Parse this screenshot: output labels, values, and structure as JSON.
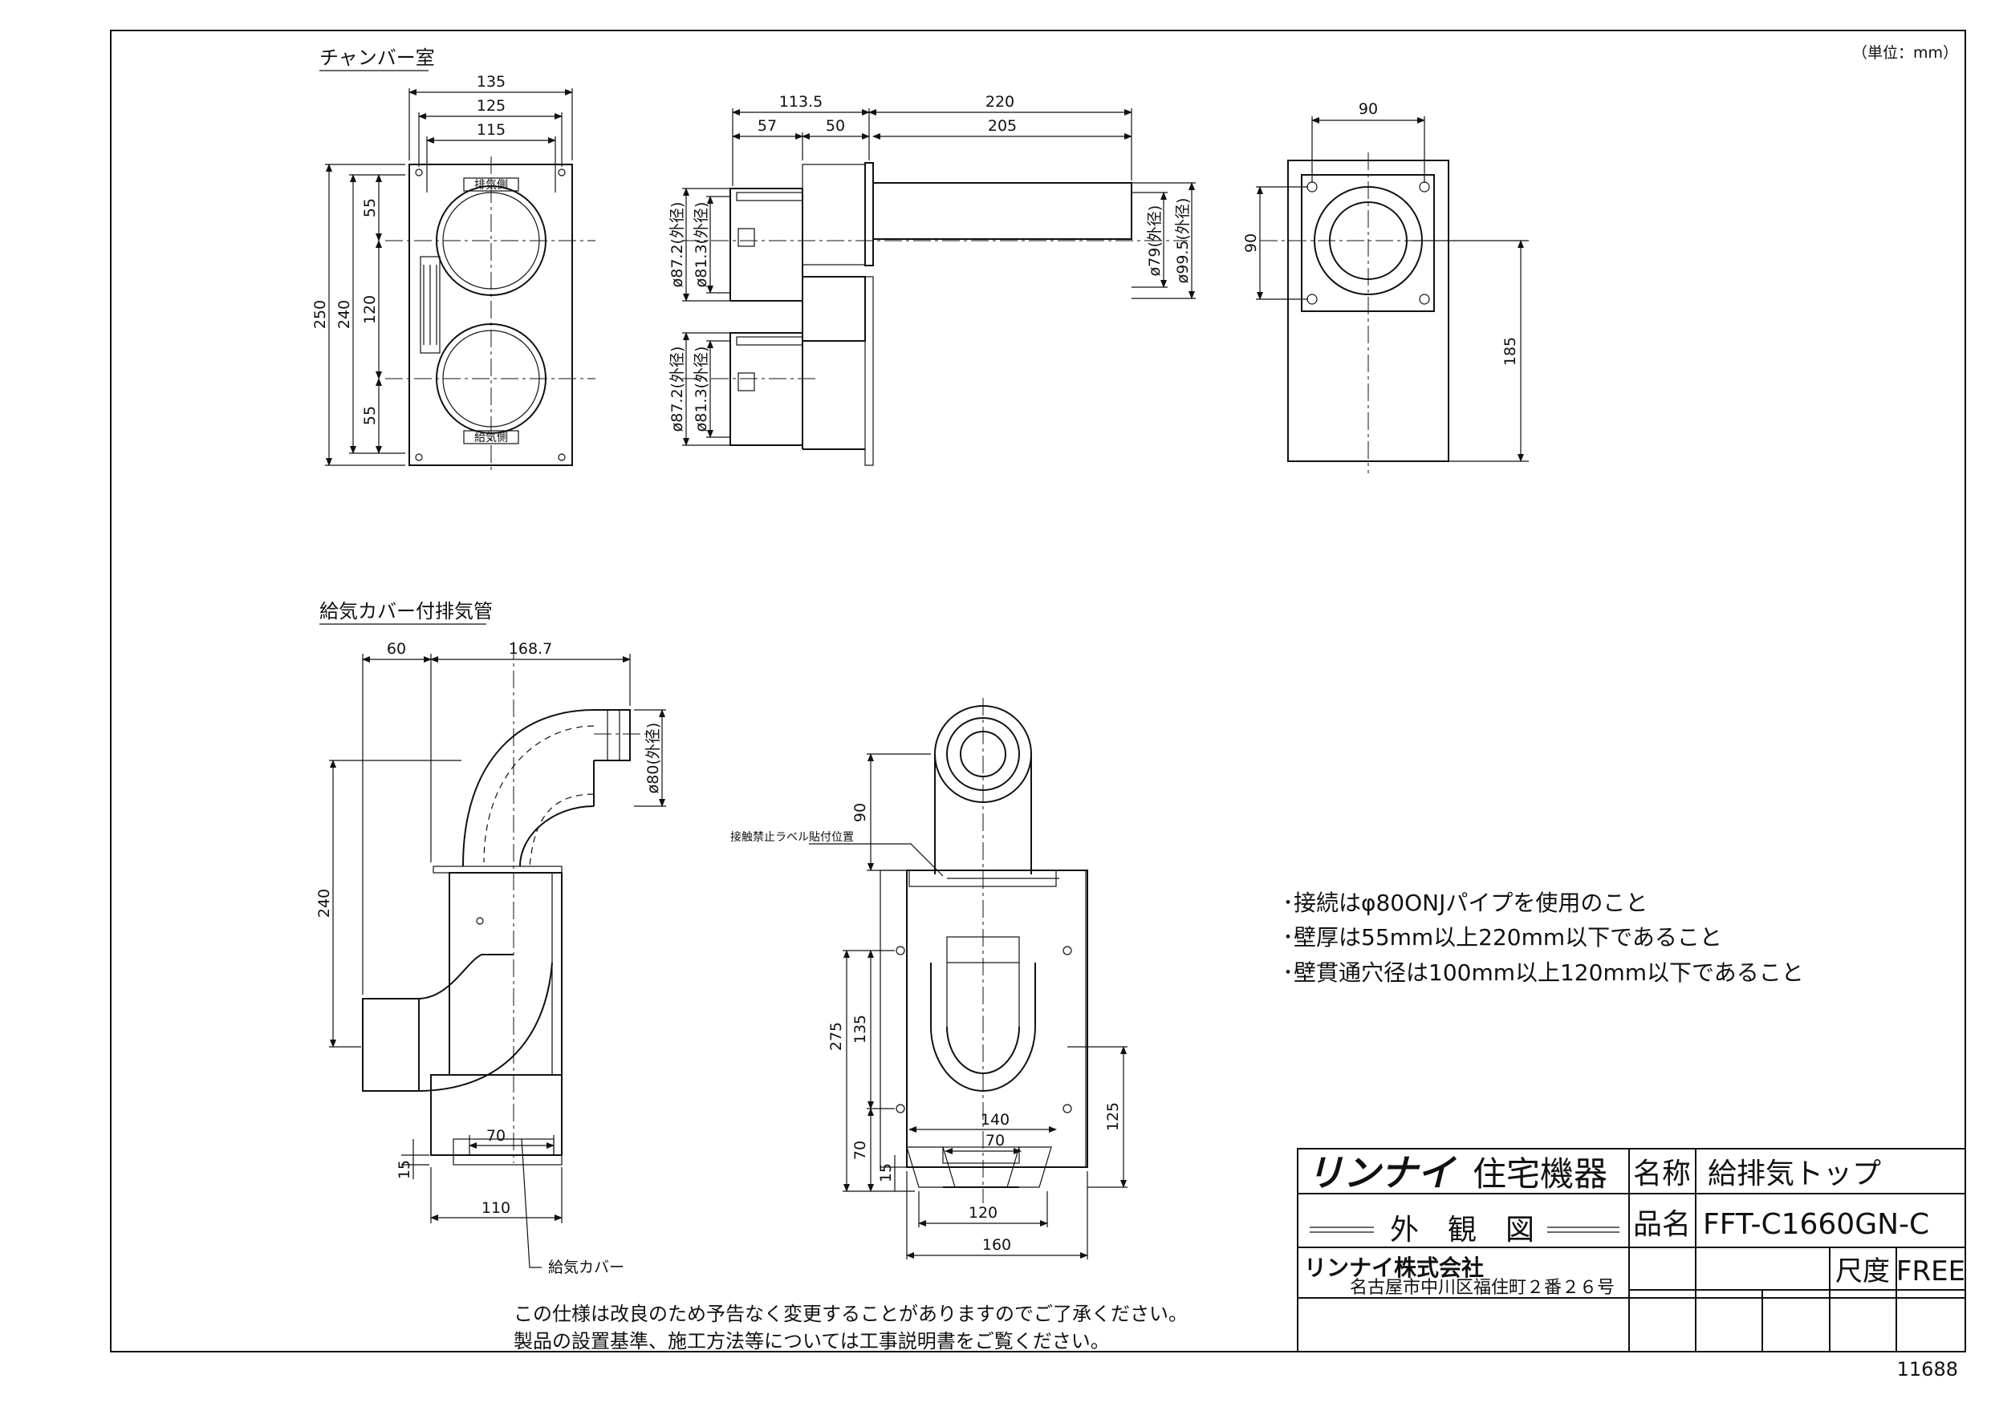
{
  "unit_label": "（単位：mm）",
  "drawing_number": "11688",
  "sections": {
    "chamber": "チャンバー室",
    "pipe": "給気カバー付排気管"
  },
  "dims": {
    "d135": "135",
    "d125": "125",
    "d115": "115",
    "d250": "250",
    "d240": "240",
    "d55a": "55",
    "d120": "120",
    "d55b": "55",
    "d1135": "113.5",
    "d57": "57",
    "d50": "50",
    "d220": "220",
    "d205": "205",
    "d872a": "ø87.2(外径)",
    "d813a": "ø81.3(外径)",
    "d872b": "ø87.2(外径)",
    "d813b": "ø81.3(外径)",
    "d79": "ø79(外径)",
    "d995": "ø99.5(外径)",
    "d90w": "90",
    "d90h": "90",
    "d185": "185",
    "d60": "60",
    "d1687": "168.7",
    "d80": "ø80(外径)",
    "d240p": "240",
    "d70a": "70",
    "d15a": "15",
    "d110": "110",
    "d90f": "90",
    "d275": "275",
    "d135f": "135",
    "d70f": "70",
    "d15f": "15",
    "d140": "140",
    "d70b": "70",
    "d120f": "120",
    "d160": "160",
    "d125f": "125"
  },
  "callouts": {
    "label_pos": "接触禁止ラベル貼付位置",
    "cover": "給気カバー",
    "top_mark": "排気側",
    "bottom_mark": "給気側"
  },
  "notes": [
    "･接続はφ80ONJパイプを使用のこと",
    "･壁厚は55mm以上220mm以下であること",
    "･壁貫通穴径は100mm以上120mm以下であること"
  ],
  "disclaimer": [
    "この仕様は改良のため予告なく変更することがありますのでご了承ください。",
    "製品の設置基準、施工方法等については工事説明書をご覧ください。"
  ],
  "title_block": {
    "brand": "リンナイ",
    "brand_sub": "住宅機器",
    "view": "外　観　図",
    "company": "リンナイ株式会社",
    "address": "名古屋市中川区福住町２番２６号",
    "name_label": "名称",
    "name_value": "給排気トップ",
    "model_label": "品名",
    "model_value": "FFT-C1660GN-C",
    "scale_label": "尺度",
    "scale_value": "FREE"
  }
}
